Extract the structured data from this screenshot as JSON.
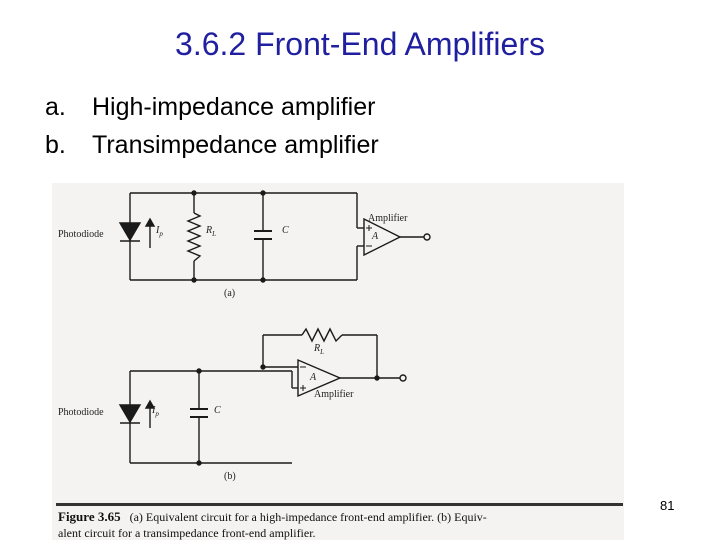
{
  "title": "3.6.2 Front-End Amplifiers",
  "bullets": [
    {
      "marker": "a.",
      "text": "High-impedance amplifier"
    },
    {
      "marker": "b.",
      "text": "Transimpedance amplifier"
    }
  ],
  "figure": {
    "circuit_a": {
      "photodiode": "Photodiode",
      "current": "I",
      "current_sub": "p",
      "resistor": "R",
      "resistor_sub": "L",
      "capacitor": "C",
      "amplifier": "Amplifier",
      "amp_symbol": "A",
      "label": "(a)"
    },
    "circuit_b": {
      "photodiode": "Photodiode",
      "current": "I",
      "current_sub": "p",
      "capacitor": "C",
      "resistor": "R",
      "resistor_sub": "L",
      "amplifier": "Amplifier",
      "amp_symbol": "A",
      "label": "(b)"
    },
    "caption_figure": "Figure 3.65",
    "caption_line1": "(a) Equivalent circuit for a high-impedance front-end amplifier. (b) Equiv-",
    "caption_line2": "alent circuit for a transimpedance front-end amplifier."
  },
  "page_number": "81"
}
